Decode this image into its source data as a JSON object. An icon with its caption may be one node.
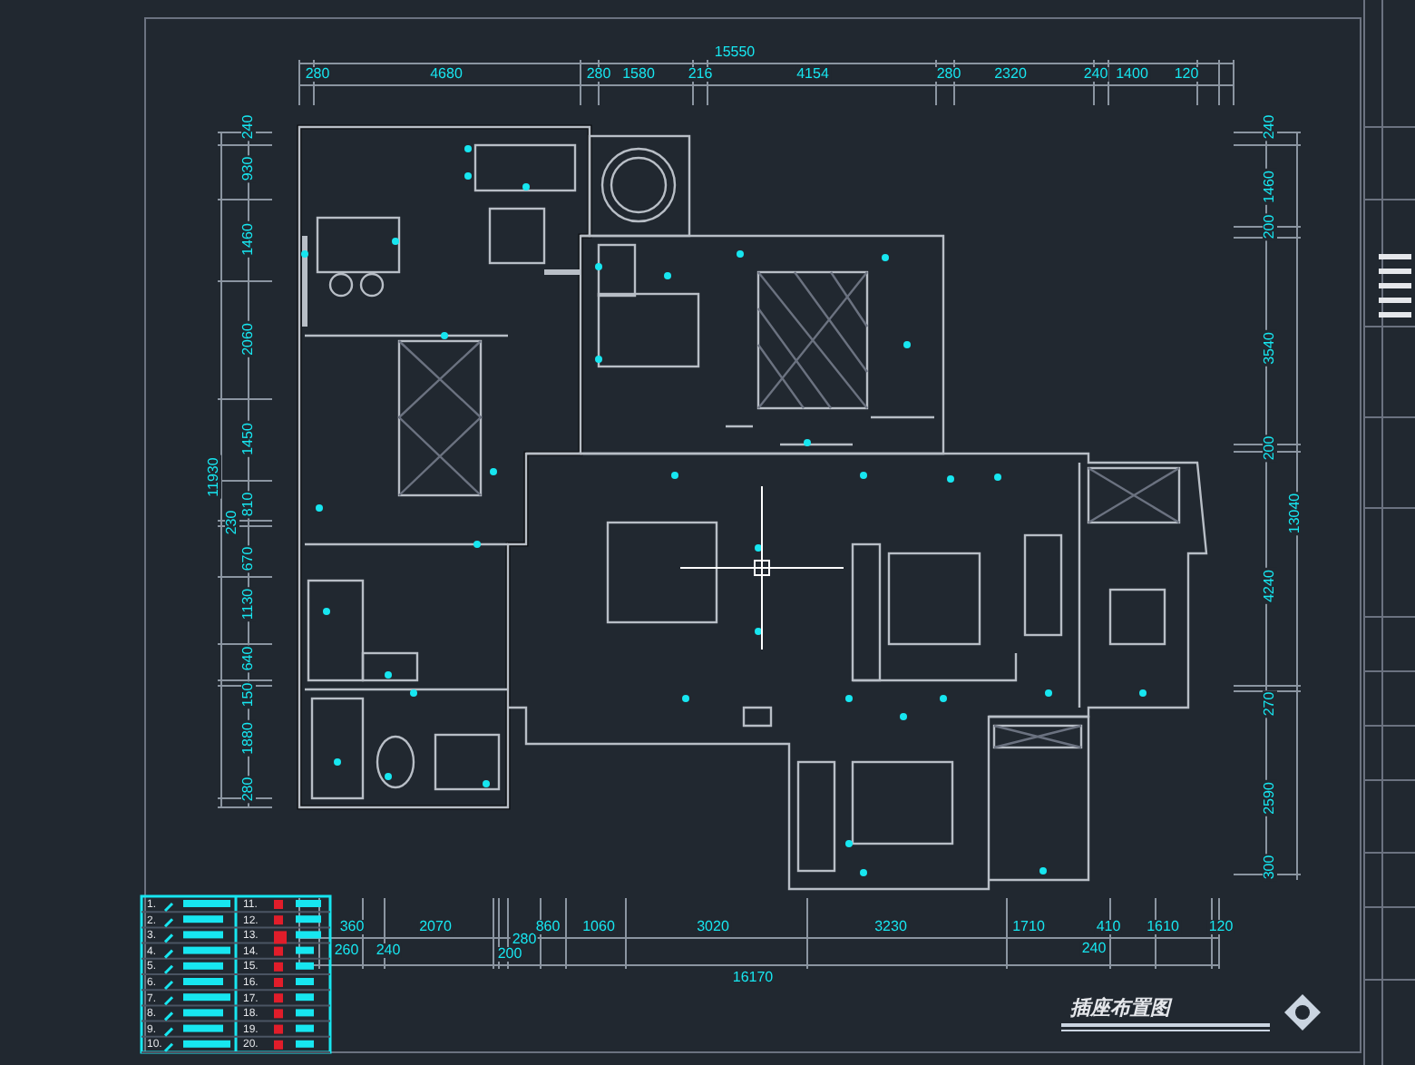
{
  "diagram": {
    "title": "插座布置图",
    "labels": [
      "15550",
      "280",
      "4680",
      "280",
      "1580",
      "216",
      "4154",
      "280",
      "2320",
      "240",
      "1400",
      "120",
      "240",
      "930",
      "1460",
      "2060",
      "1450",
      "810",
      "230",
      "670",
      "1130",
      "640",
      "150",
      "1880",
      "280",
      "11930",
      "240",
      "1460",
      "200",
      "3540",
      "200",
      "4240",
      "270",
      "2590",
      "300",
      "13040",
      "260",
      "360",
      "240",
      "2070",
      "200",
      "280",
      "860",
      "1060",
      "3020",
      "3230",
      "1710",
      "240",
      "410",
      "1610",
      "120",
      "16170",
      "1.",
      "2.",
      "3.",
      "4.",
      "5.",
      "6.",
      "7.",
      "8.",
      "9.",
      "10.",
      "11.",
      "12.",
      "13.",
      "14.",
      "15.",
      "16.",
      "17.",
      "18.",
      "19.",
      "20."
    ]
  }
}
